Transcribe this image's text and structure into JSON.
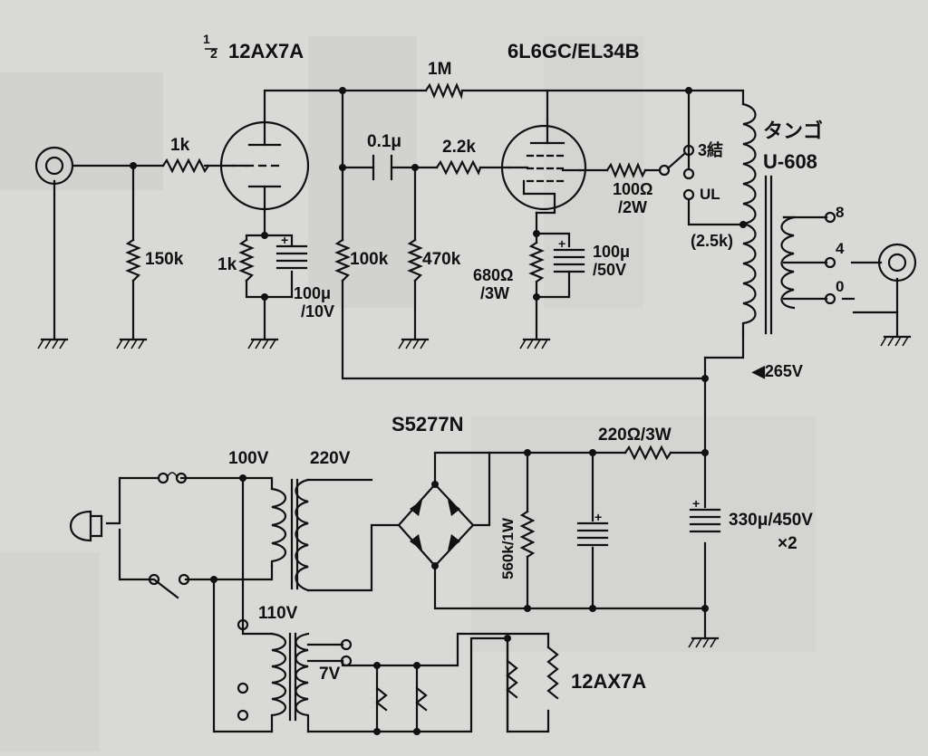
{
  "labels": {
    "tube1_fraction_num": "1",
    "tube1_fraction_den": "2",
    "tube1_type": "12AX7A",
    "tube2_type": "6L6GC/EL34B",
    "r_feedback": "1M",
    "r_input_grid": "1k",
    "r_input_shunt": "150k",
    "r_cathode1": "1k",
    "c_cathode1": "100μ\n/10V",
    "c_coupling": "0.1μ",
    "r_plate1": "100k",
    "r_grid2_leak": "470k",
    "r_grid2_stop": "2.2k",
    "r_screen": "100Ω\n/2W",
    "r_cathode2": "680Ω\n/3W",
    "c_cathode2": "100μ\n/50V",
    "sw_triode": "3結",
    "sw_ul": "UL",
    "ot_impedance": "(2.5k)",
    "ot_brand": "タンゴ",
    "ot_model": "U-608",
    "tap_8": "8",
    "tap_4": "4",
    "tap_0": "0",
    "b_plus": "◀265V",
    "rectifier": "S5277N",
    "r_filter": "220Ω/3W",
    "r_bleeder": "560k/1W",
    "c_filter": "330μ/450V\n×2",
    "v_primary": "100V",
    "v_secondary": "220V",
    "v_110": "110V",
    "v_heater": "7V",
    "heater_tube": "12AX7A"
  },
  "colors": {
    "ink": "#111111",
    "paper": "#d9d9d7"
  }
}
